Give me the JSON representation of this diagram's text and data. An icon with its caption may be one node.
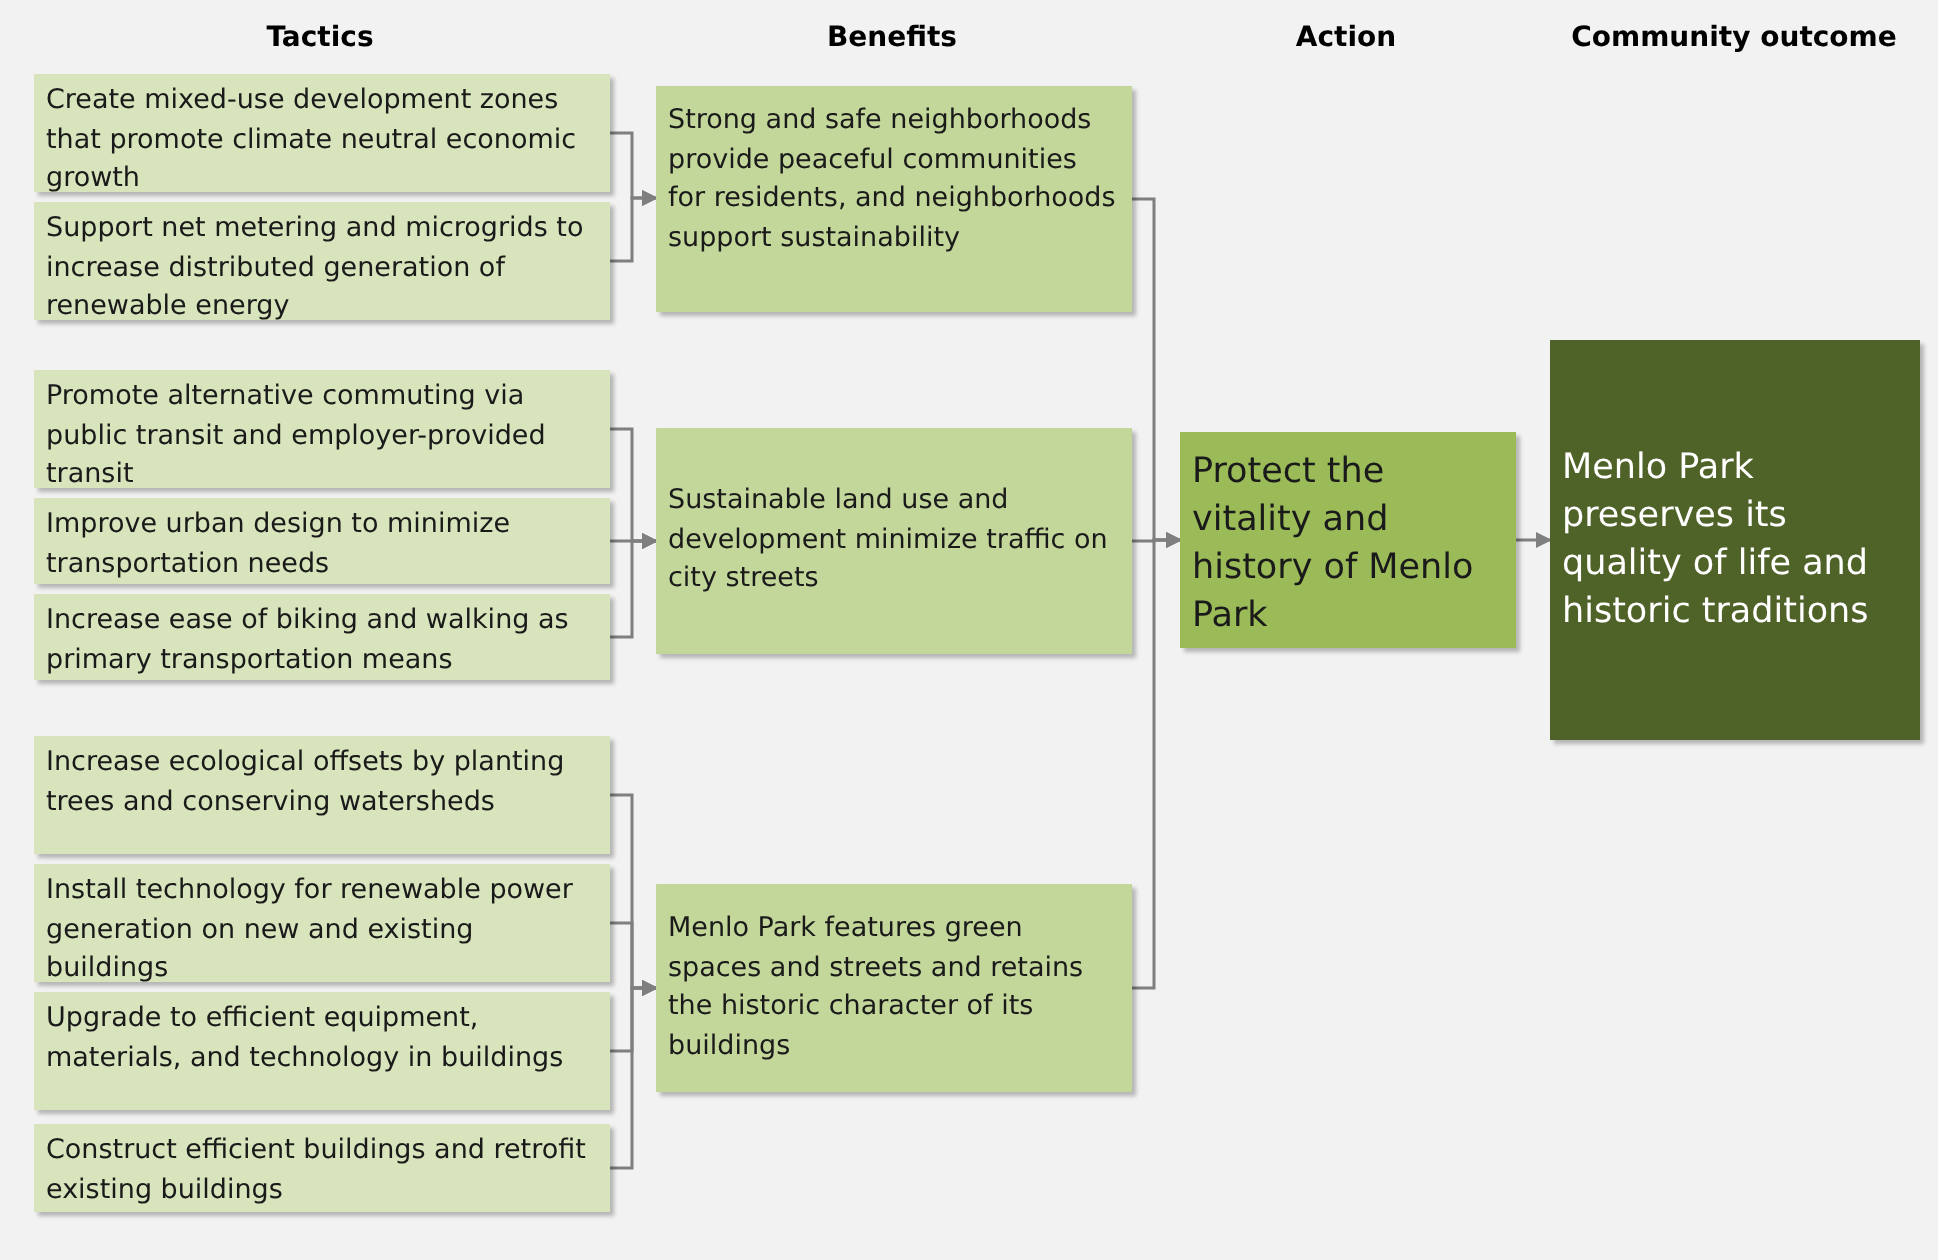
{
  "diagram": {
    "nodes": [
      {
        "text": [
          "Create mixed-use development zones that promote climate neutral economic growth"
        ]
      },
      {
        "text": [
          "Support net metering and microgrids to increase distributed generation of renewable energy"
        ]
      },
      {
        "text": [
          "Promote alternative commuting via public transit and employer-provided transit"
        ]
      },
      {
        "text": [
          "Improve urban design to minimize transportation needs"
        ]
      },
      {
        "text": [
          "Increase ease of biking and walking as primary transportation means"
        ]
      },
      {
        "text": [
          "Increase ecological offsets by planting trees and conserving watersheds"
        ]
      },
      {
        "text": [
          "Install technology for renewable power generation on new and existing buildings"
        ]
      },
      {
        "text": [
          "Upgrade to efficient equipment, materials, and technology in buildings"
        ]
      },
      {
        "text": [
          "Construct efficient buildings and retrofit existing buildings"
        ]
      },
      {
        "text": [
          "Strong and safe neighborhoods provide peaceful communities for residents, and neighborhoods support sustainability"
        ]
      },
      {
        "text": [
          "Sustainable land use and development minimize traffic on city streets"
        ]
      },
      {
        "text": [
          "Menlo Park features green spaces and streets and retains the historic character of its buildings"
        ]
      },
      {
        "text": [
          "Protect the vitality and history of Menlo Park"
        ]
      },
      {
        "text": [
          "Menlo Park preserves its quality of life and historic traditions"
        ]
      }
    ],
    "edges": [
      {
        "from": 0,
        "to": 9,
        "arrow": "to"
      },
      {
        "from": 1,
        "to": 9,
        "arrow": "to"
      },
      {
        "from": 2,
        "to": 10,
        "arrow": "to"
      },
      {
        "from": 3,
        "to": 10,
        "arrow": "to"
      },
      {
        "from": 4,
        "to": 10,
        "arrow": "to"
      },
      {
        "from": 5,
        "to": 11,
        "arrow": "to"
      },
      {
        "from": 6,
        "to": 11,
        "arrow": "to"
      },
      {
        "from": 7,
        "to": 11,
        "arrow": "to"
      },
      {
        "from": 8,
        "to": 11,
        "arrow": "to"
      },
      {
        "from": 9,
        "to": 12,
        "arrow": "to"
      },
      {
        "from": 10,
        "to": 12,
        "arrow": "to"
      },
      {
        "from": 11,
        "to": 12,
        "arrow": "to"
      },
      {
        "from": 12,
        "to": 13,
        "arrow": "to"
      }
    ],
    "labels": [
      "Tactics",
      "Benefits",
      "Action",
      "Community outcome"
    ]
  }
}
